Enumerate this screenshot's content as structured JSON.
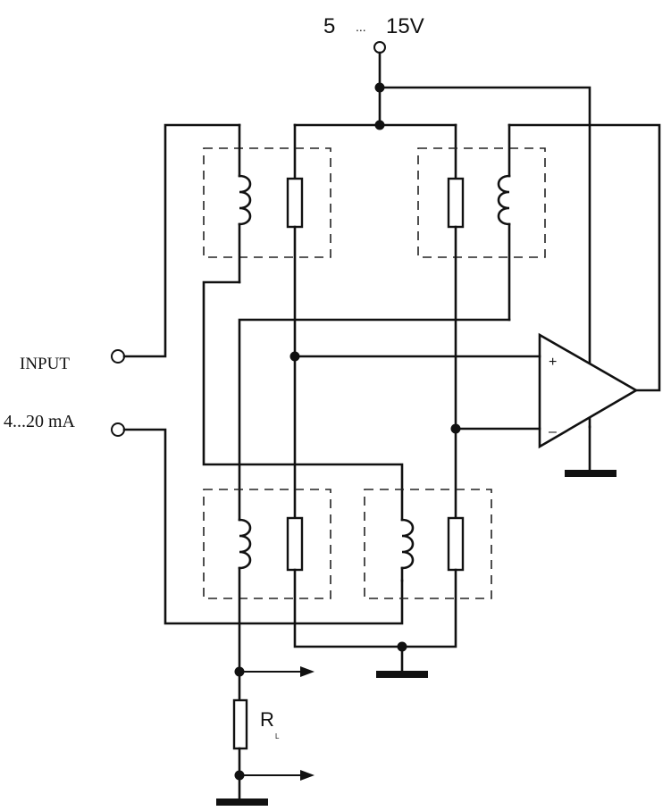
{
  "supply": {
    "label_low": "5",
    "label_dots": "...",
    "label_high": "15V"
  },
  "input": {
    "label": "INPUT",
    "range": "4...20 mA"
  },
  "opamp": {
    "plus": "+",
    "minus": "–"
  },
  "resistor": {
    "label": "R",
    "subscript": "L"
  }
}
